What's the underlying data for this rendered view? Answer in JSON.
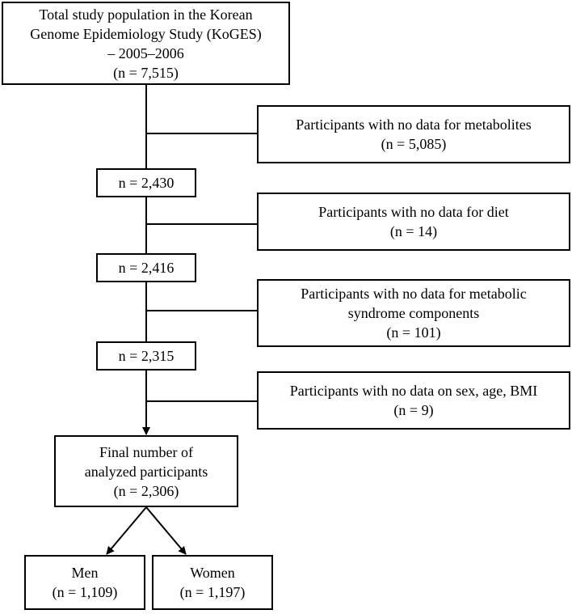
{
  "boxes": {
    "total": {
      "lines": [
        "Total study population in the Korean",
        "Genome Epidemiology Study (KoGES)",
        "– 2005–2006",
        "(n = 7,515)"
      ]
    },
    "excl_metabolites": {
      "lines": [
        "Participants with no data for metabolites",
        "(n = 5,085)"
      ]
    },
    "n_2430": {
      "lines": [
        "n = 2,430"
      ]
    },
    "excl_diet": {
      "lines": [
        "Participants with no data for diet",
        "(n = 14)"
      ]
    },
    "n_2416": {
      "lines": [
        "n = 2,416"
      ]
    },
    "excl_metsyn": {
      "lines": [
        "Participants with no data for metabolic",
        "syndrome components",
        "(n = 101)"
      ]
    },
    "n_2315": {
      "lines": [
        "n = 2,315"
      ]
    },
    "excl_demographics": {
      "lines": [
        "Participants with no data on sex, age, BMI",
        "(n = 9)"
      ]
    },
    "final": {
      "lines": [
        "Final number of",
        "analyzed participants",
        "(n = 2,306)"
      ]
    },
    "men": {
      "lines": [
        "Men",
        "(n = 1,109)"
      ]
    },
    "women": {
      "lines": [
        "Women",
        "(n = 1,197)"
      ]
    }
  }
}
